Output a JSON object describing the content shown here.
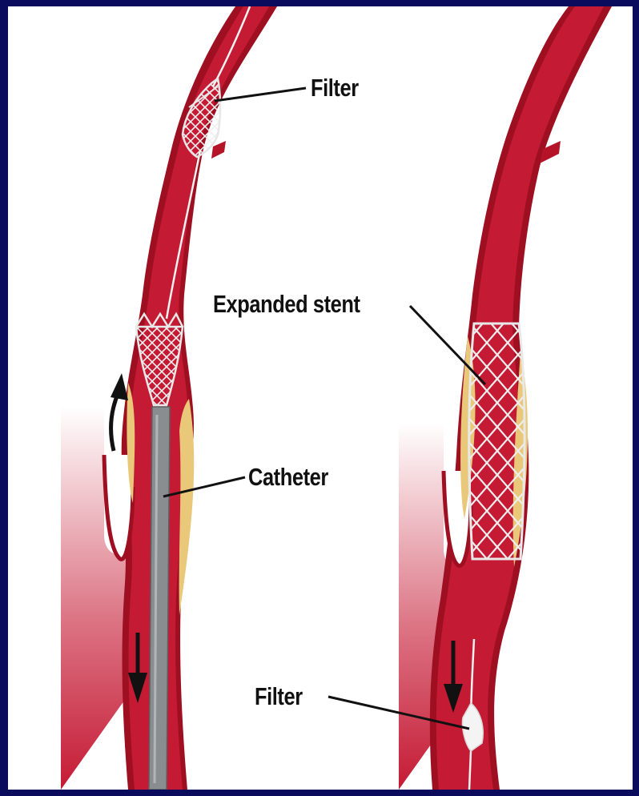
{
  "labels": {
    "filter_top": "Filter",
    "expanded_stent": "Expanded stent",
    "catheter": "Catheter",
    "filter_bottom": "Filter"
  },
  "colors": {
    "frame_border": "#0b0b5e",
    "vessel_wall": "#9e0f22",
    "vessel_lumen": "#c51a34",
    "plaque": "#e9c87a",
    "catheter": "#8a8d8f",
    "stent_wire": "#e8e8e8",
    "leader_line": "#111111"
  },
  "icons": [
    "up-arrow-icon",
    "down-arrow-icon",
    "filter-icon",
    "stent-icon"
  ]
}
